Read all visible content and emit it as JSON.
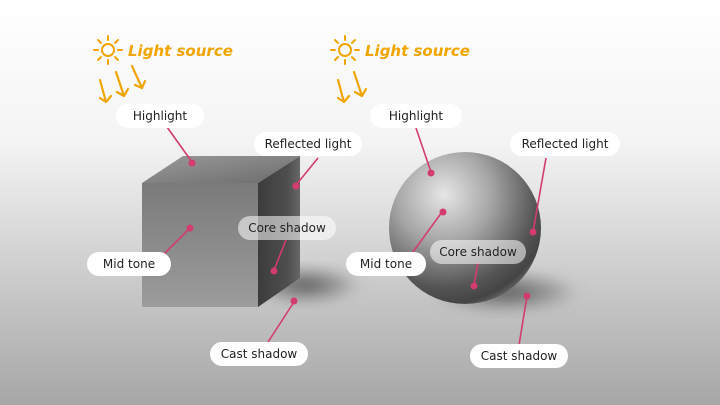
{
  "colors": {
    "accent_lines": "#d23c6e",
    "light_source": "#f0a500",
    "label_bg": "#ffffff",
    "background_top": "#ffffff",
    "background_bottom": "#a9a9a9"
  },
  "light_source_icon": "sun-icon",
  "labels": {
    "light_source_left": "Light source",
    "light_source_right": "Light source",
    "cube_highlight": "Highlight",
    "cube_reflected_light": "Reflected light",
    "cube_core_shadow": "Core shadow",
    "cube_mid_tone": "Mid tone",
    "cube_cast_shadow": "Cast shadow",
    "sphere_highlight": "Highlight",
    "sphere_reflected_light": "Reflected light",
    "sphere_core_shadow": "Core shadow",
    "sphere_mid_tone": "Mid tone",
    "sphere_cast_shadow": "Cast shadow"
  }
}
